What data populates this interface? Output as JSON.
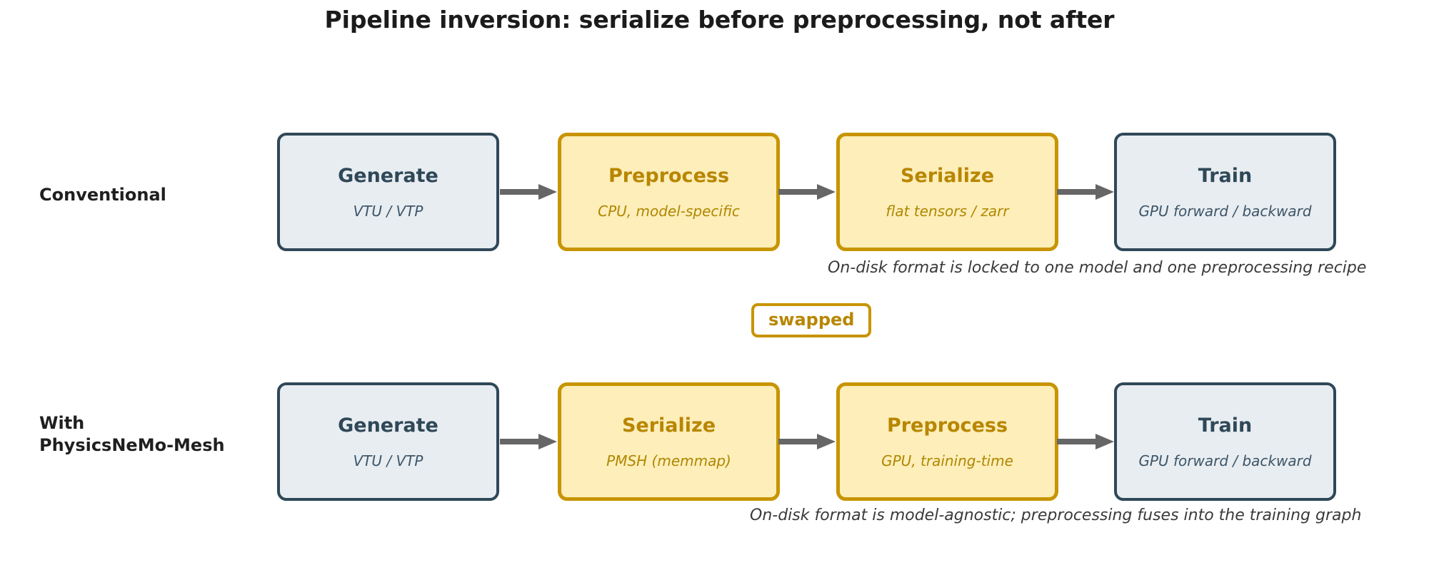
{
  "title": "Pipeline inversion: serialize before preprocessing, not after",
  "colors": {
    "blue_border": "#2f4858",
    "blue_fill": "#e8edf1",
    "gold_border": "#c89400",
    "gold_fill": "#fdeeba",
    "gold_text": "#b88600",
    "arrow": "#666666",
    "background": "#ffffff"
  },
  "rows": [
    {
      "label": "Conventional",
      "stages": [
        {
          "name": "Generate",
          "sub": "VTU / VTP",
          "style": "blue"
        },
        {
          "name": "Preprocess",
          "sub": "CPU, model-specific",
          "style": "gold"
        },
        {
          "name": "Serialize",
          "sub": "flat tensors / zarr",
          "style": "gold"
        },
        {
          "name": "Train",
          "sub": "GPU forward / backward",
          "style": "blue"
        }
      ],
      "note": "On-disk format is locked to one model and one preprocessing recipe"
    },
    {
      "label": "With\nPhysicsNeMo-Mesh",
      "stages": [
        {
          "name": "Generate",
          "sub": "VTU / VTP",
          "style": "blue"
        },
        {
          "name": "Serialize",
          "sub": "PMSH (memmap)",
          "style": "gold"
        },
        {
          "name": "Preprocess",
          "sub": "GPU, training-time",
          "style": "gold"
        },
        {
          "name": "Train",
          "sub": "GPU forward / backward",
          "style": "blue"
        }
      ],
      "note": "On-disk format is model-agnostic; preprocessing fuses into the training graph"
    }
  ],
  "badge": {
    "label": "swapped"
  },
  "arrows": {
    "icon": "arrow-right-icon",
    "count_per_row": 3
  }
}
